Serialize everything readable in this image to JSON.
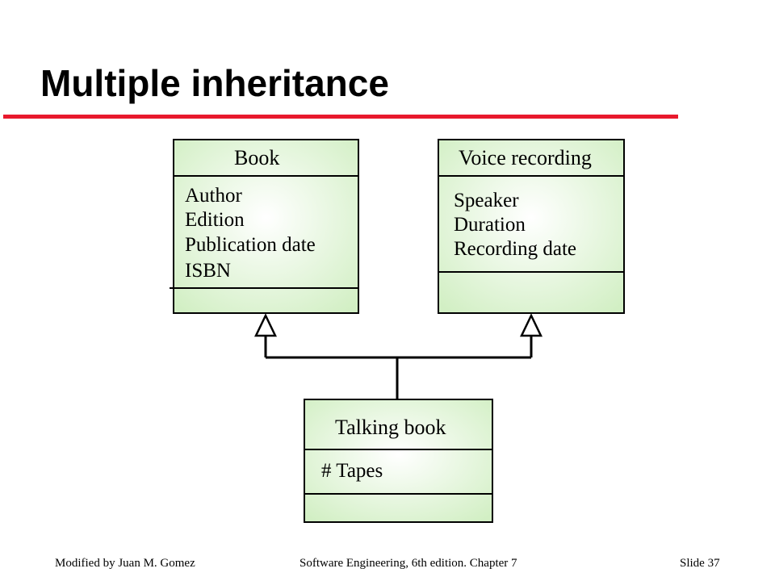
{
  "slide": {
    "title": "Multiple inheritance",
    "accent_color": "#e8192c",
    "box_fill_color": "#e6f5dc"
  },
  "classes": [
    {
      "id": "book",
      "name": "Book",
      "attributes": [
        "Author",
        "Edition",
        "Publication date",
        "ISBN"
      ]
    },
    {
      "id": "voice-recording",
      "name": "Voice recording",
      "attributes": [
        "Speaker",
        "Duration",
        "Recording date"
      ]
    },
    {
      "id": "talking-book",
      "name": "Talking book",
      "attributes": [
        "# Tapes"
      ]
    }
  ],
  "relationships": [
    {
      "type": "generalization",
      "from": "talking-book",
      "to": "book"
    },
    {
      "type": "generalization",
      "from": "talking-book",
      "to": "voice-recording"
    }
  ],
  "footer": {
    "left": "Modified by Juan M. Gomez",
    "center": "Software Engineering, 6th edition. Chapter 7",
    "right": "Slide  37"
  }
}
